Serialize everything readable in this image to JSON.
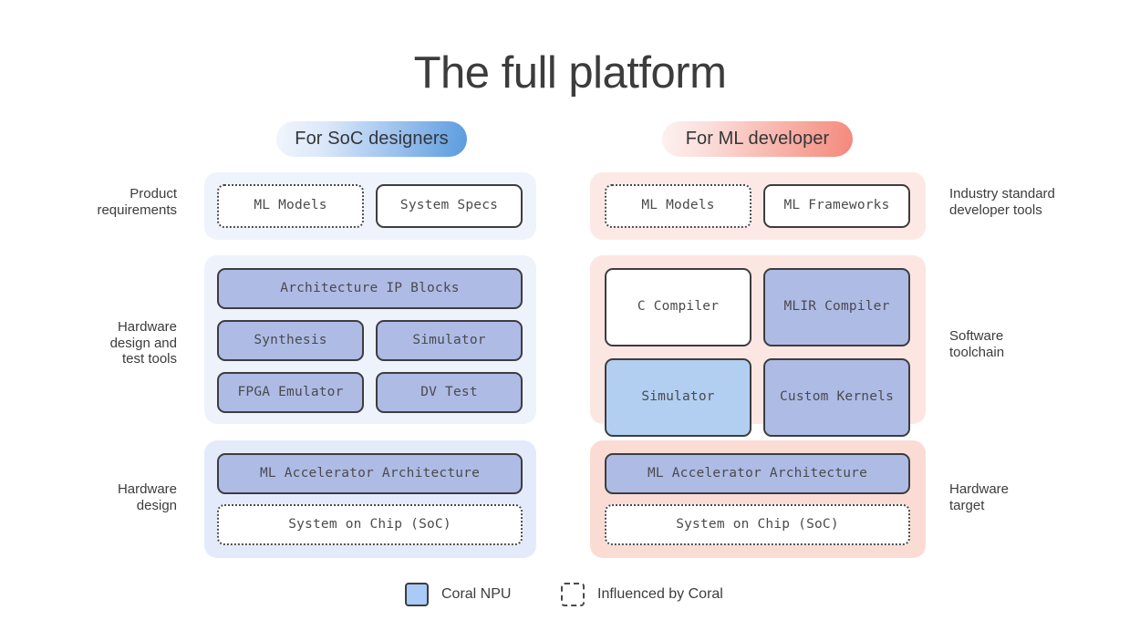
{
  "title": "The full platform",
  "columns": {
    "left": {
      "pill_label": "For SoC designers"
    },
    "right": {
      "pill_label": "For ML developer"
    }
  },
  "row_labels": {
    "left": [
      "Product\nrequirements",
      "Hardware\ndesign and\ntest tools",
      "Hardware\ndesign"
    ],
    "right": [
      "Industry standard\ndeveloper tools",
      "Software\ntoolchain",
      "Hardware\ntarget"
    ]
  },
  "left_column": {
    "panels": [
      {
        "id": "product-requirements",
        "bg": "#eff3fc",
        "boxes": [
          {
            "label": "ML Models",
            "style": "dotted",
            "fill": "#ffffff"
          },
          {
            "label": "System Specs",
            "style": "solid",
            "fill": "#ffffff"
          }
        ]
      },
      {
        "id": "hardware-design-and-test-tools",
        "bg": "#eef2fb",
        "boxes": [
          {
            "label": "Architecture IP Blocks",
            "style": "solid",
            "fill": "#aebbe5"
          },
          {
            "label": "Synthesis",
            "style": "solid",
            "fill": "#aebbe5"
          },
          {
            "label": "Simulator",
            "style": "solid",
            "fill": "#aebbe5"
          },
          {
            "label": "FPGA Emulator",
            "style": "solid",
            "fill": "#aebbe5"
          },
          {
            "label": "DV Test",
            "style": "solid",
            "fill": "#aebbe5"
          }
        ]
      },
      {
        "id": "hardware-design",
        "bg": "#e3ebfa",
        "boxes": [
          {
            "label": "ML Accelerator Architecture",
            "style": "solid",
            "fill": "#aebbe5"
          },
          {
            "label": "System on Chip (SoC)",
            "style": "dotted",
            "fill": "#ffffff"
          }
        ]
      }
    ]
  },
  "right_column": {
    "panels": [
      {
        "id": "industry-standard-developer-tools",
        "bg": "#fce9e5",
        "boxes": [
          {
            "label": "ML Models",
            "style": "dotted",
            "fill": "#ffffff"
          },
          {
            "label": "ML Frameworks",
            "style": "solid",
            "fill": "#ffffff"
          }
        ]
      },
      {
        "id": "software-toolchain",
        "bg": "#fce6e1",
        "boxes": [
          {
            "label": "C Compiler",
            "style": "solid",
            "fill": "#ffffff"
          },
          {
            "label": "MLIR Compiler",
            "style": "solid",
            "fill": "#aebbe5"
          },
          {
            "label": "Simulator",
            "style": "solid",
            "fill": "#b2cff2"
          },
          {
            "label": "Custom Kernels",
            "style": "solid",
            "fill": "#aebbe5"
          }
        ]
      },
      {
        "id": "hardware-target",
        "bg": "#fbdcd4",
        "boxes": [
          {
            "label": "ML Accelerator Architecture",
            "style": "solid",
            "fill": "#aebbe5"
          },
          {
            "label": "System on Chip (SoC)",
            "style": "dotted",
            "fill": "#ffffff"
          }
        ]
      }
    ]
  },
  "legend": [
    {
      "label": "Coral NPU",
      "swatch": "filled",
      "color": "#a9cbf5"
    },
    {
      "label": "Influenced by Coral",
      "swatch": "dashed",
      "color": "#ffffff"
    }
  ],
  "colors": {
    "accent_blue": "#5a9bde",
    "accent_coral": "#f4887c",
    "npu_fill": "#aebbe5",
    "npu_fill_alt": "#b2cff2",
    "border": "#3d3d40",
    "text": "#3c3c3c",
    "background": "#ffffff"
  }
}
